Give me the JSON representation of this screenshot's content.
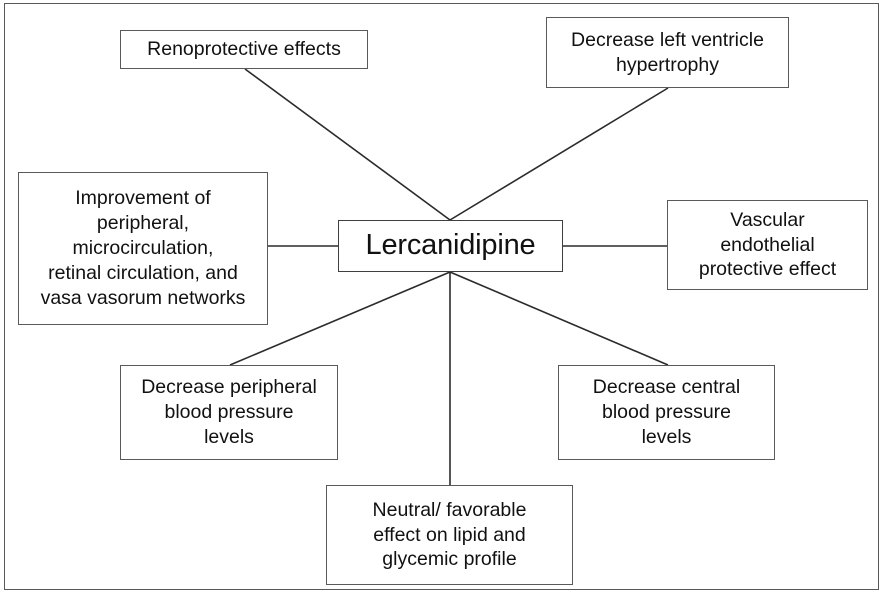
{
  "diagram": {
    "type": "hub-and-spoke concept map",
    "center": {
      "id": "lercanidipine",
      "label": "Lercanidipine"
    },
    "nodes": [
      {
        "id": "renoprotective",
        "label": "Renoprotective effects",
        "position": "top-left"
      },
      {
        "id": "lvh",
        "label": "Decrease left ventricle\nhypertrophy",
        "position": "top-right"
      },
      {
        "id": "improvement",
        "label": "Improvement of\nperipheral,\nmicrocirculation,\nretinal circulation, and\nvasa vasorum networks",
        "position": "left"
      },
      {
        "id": "vascular",
        "label": "Vascular\nendothelial\nprotective effect",
        "position": "right"
      },
      {
        "id": "peripheral-bp",
        "label": "Decrease peripheral\nblood pressure\nlevels",
        "position": "bottom-left"
      },
      {
        "id": "central-bp",
        "label": "Decrease central\nblood pressure\nlevels",
        "position": "bottom-right"
      },
      {
        "id": "lipid",
        "label": "Neutral/ favorable\neffect on lipid and\nglycemic profile",
        "position": "bottom-center"
      }
    ],
    "edges": [
      {
        "from": "renoprotective",
        "to": "lercanidipine"
      },
      {
        "from": "lvh",
        "to": "lercanidipine"
      },
      {
        "from": "improvement",
        "to": "lercanidipine"
      },
      {
        "from": "vascular",
        "to": "lercanidipine"
      },
      {
        "from": "peripheral-bp",
        "to": "lercanidipine"
      },
      {
        "from": "central-bp",
        "to": "lercanidipine"
      },
      {
        "from": "lipid",
        "to": "lercanidipine"
      }
    ],
    "colors": {
      "background": "#ffffff",
      "box_border": "#5a5a5a",
      "frame_border": "#595959",
      "edge_line": "#2b2b2b",
      "text": "#111111"
    }
  }
}
